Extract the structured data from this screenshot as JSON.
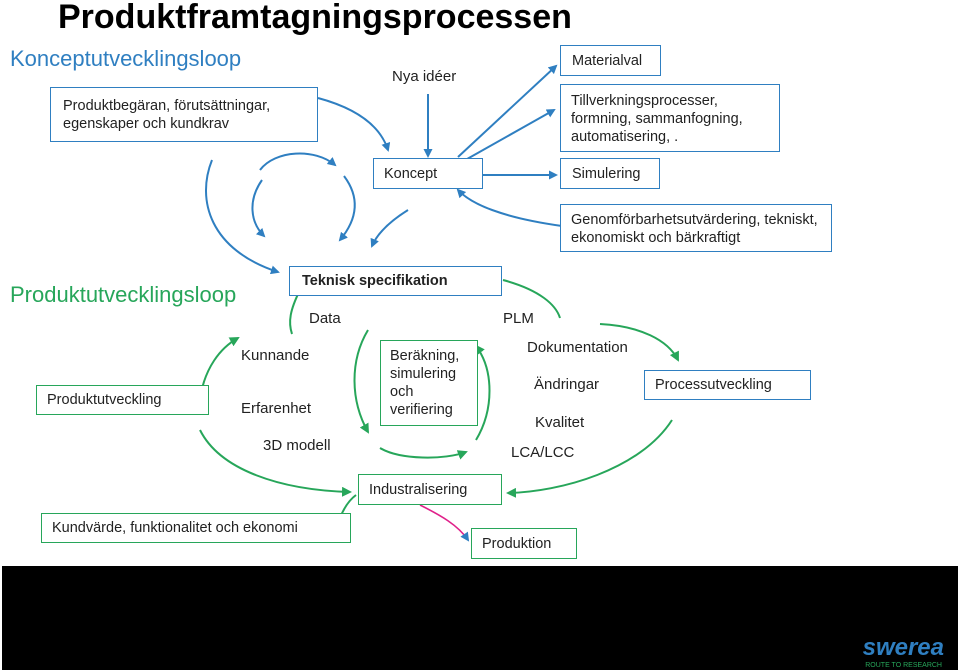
{
  "title": "Produktframtagningsprocessen",
  "concept_loop": {
    "heading": "Konceptutvecklingsloop",
    "product_request": "Produktbegäran, förutsättningar, egenskaper och kundkrav",
    "new_ideas": "Nya idéer",
    "concept": "Koncept",
    "material_choice": "Materialval",
    "manufacturing": "Tillverkningsprocesser, formning, sammanfogning, automatisering, .",
    "simulation": "Simulering",
    "feasibility": "Genomförbarhetsutvärdering, tekniskt, ekonomiskt och bärkraftigt"
  },
  "product_loop": {
    "heading": "Produktutvecklingsloop",
    "tech_spec": "Teknisk specifikation",
    "data": "Data",
    "plm": "PLM",
    "product_development": "Produktutveckling",
    "knowledge": "Kunnande",
    "experience": "Erfarenhet",
    "model_3d": "3D modell",
    "calculation": "Beräkning, simulering och verifiering",
    "documentation": "Dokumentation",
    "changes": "Ändringar",
    "quality": "Kvalitet",
    "lca_lcc": "LCA/LCC",
    "process_development": "Processutveckling",
    "industrialization": "Industralisering",
    "customer_value": "Kundvärde, funktionalitet och ekonomi",
    "production": "Produktion"
  },
  "footer": {
    "logo": "swerea",
    "logo_sub": "ROUTE TO RESEARCH"
  },
  "colors": {
    "blue": "#2f7fc1",
    "green": "#27a65a"
  }
}
